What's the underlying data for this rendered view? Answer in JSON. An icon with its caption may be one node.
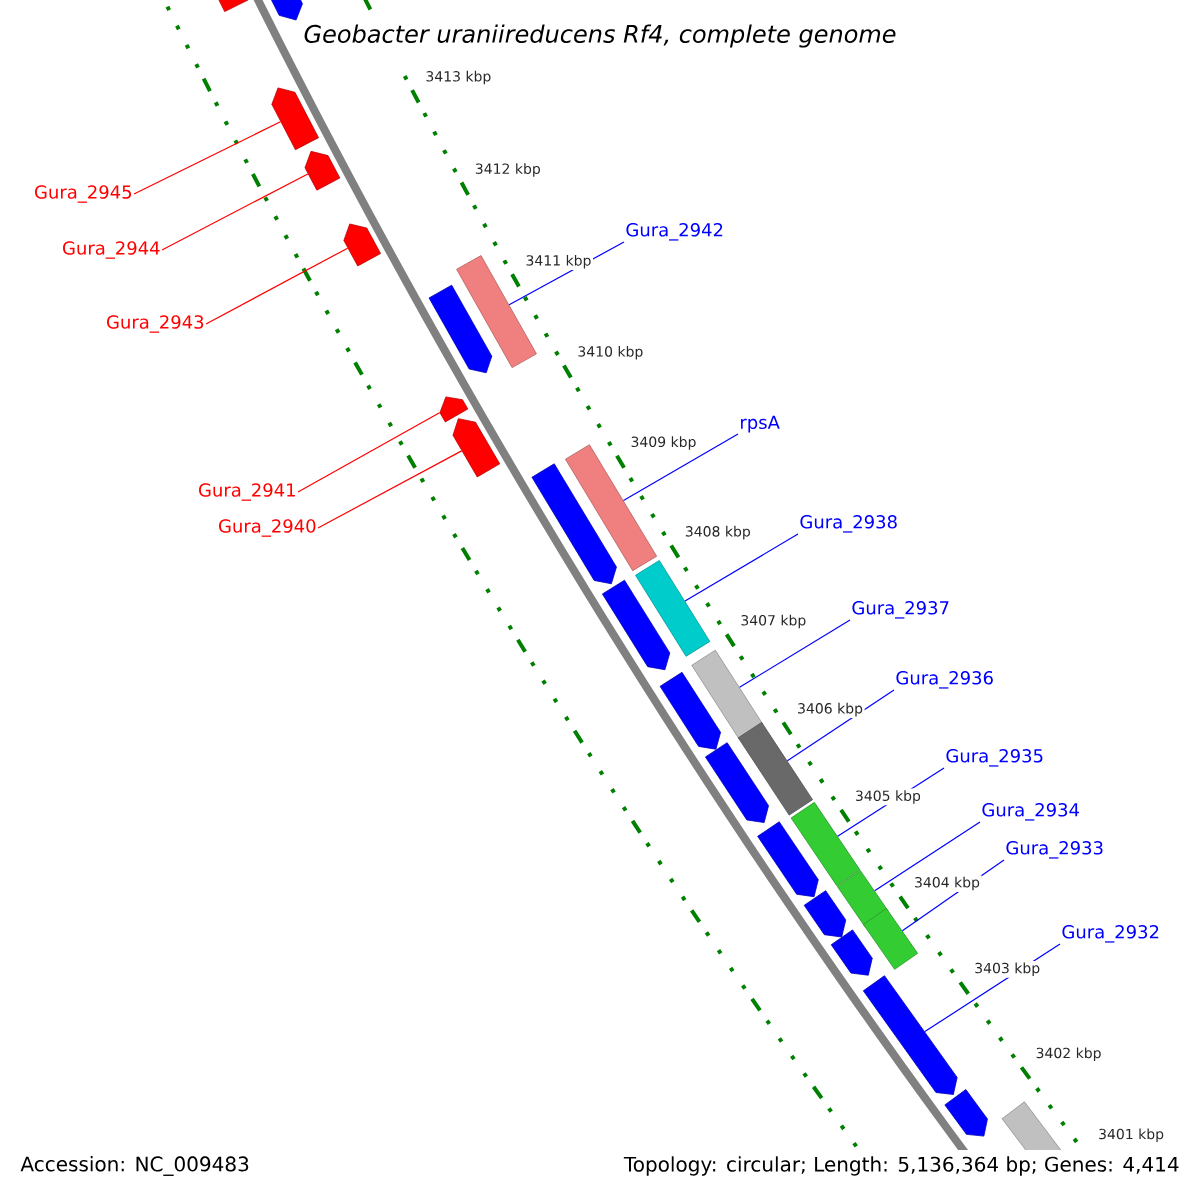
{
  "diagram": {
    "title": "Geobacter uraniireducens Rf4, complete genome",
    "nodes": [
      {
        "text": [
          "Gura_2945"
        ]
      },
      {
        "text": [
          "Gura_2944"
        ]
      },
      {
        "text": [
          "Gura_2943"
        ]
      },
      {
        "text": [
          "Gura_2941"
        ]
      },
      {
        "text": [
          "Gura_2940"
        ]
      },
      {
        "text": [
          "Gura_2942"
        ]
      },
      {
        "text": [
          "rpsA"
        ]
      },
      {
        "text": [
          "Gura_2938"
        ]
      },
      {
        "text": [
          "Gura_2937"
        ]
      },
      {
        "text": [
          "Gura_2936"
        ]
      },
      {
        "text": [
          "Gura_2935"
        ]
      },
      {
        "text": [
          "Gura_2934"
        ]
      },
      {
        "text": [
          "Gura_2933"
        ]
      },
      {
        "text": [
          "Gura_2932"
        ]
      },
      {
        "text": [],
        "shape": "pentagon"
      },
      {
        "text": [],
        "shape": "pentagon"
      },
      {
        "text": [],
        "shape": "pentagon"
      },
      {
        "text": [],
        "shape": "pentagon"
      },
      {
        "text": [],
        "shape": "pentagon"
      },
      {
        "text": [],
        "shape": "pentagon"
      },
      {
        "text": [],
        "shape": "pentagon"
      },
      {
        "text": [],
        "shape": "pentagon"
      },
      {
        "text": [],
        "shape": "pentagon"
      },
      {
        "text": [],
        "shape": "pentagon"
      },
      {
        "text": [],
        "shape": "pentagon"
      },
      {
        "text": [],
        "shape": "pentagon"
      },
      {
        "text": [],
        "shape": "pentagon"
      },
      {
        "text": [],
        "shape": "pentagon"
      },
      {
        "text": [],
        "shape": "pentagon"
      },
      {
        "text": [],
        "shape": "pentagon"
      },
      {
        "text": [],
        "shape": "pentagon"
      },
      {
        "text": [],
        "shape": "box"
      },
      {
        "text": [],
        "shape": "box"
      },
      {
        "text": [],
        "shape": "box"
      },
      {
        "text": [],
        "shape": "box"
      },
      {
        "text": [],
        "shape": "box"
      },
      {
        "text": [],
        "shape": "box"
      },
      {
        "text": [],
        "shape": "box"
      },
      {
        "text": [],
        "shape": "box"
      },
      {
        "text": [],
        "shape": "box"
      }
    ],
    "edges": [
      {
        "from": 0,
        "to": 15,
        "arrow": "none",
        "color": "#ff0000"
      },
      {
        "from": 1,
        "to": 16,
        "arrow": "none",
        "color": "#ff0000"
      },
      {
        "from": 2,
        "to": 17,
        "arrow": "none",
        "color": "#ff0000"
      },
      {
        "from": 3,
        "to": 18,
        "arrow": "none",
        "color": "#ff0000"
      },
      {
        "from": 4,
        "to": 19,
        "arrow": "none",
        "color": "#ff0000"
      },
      {
        "from": 5,
        "to": 31,
        "arrow": "none"
      },
      {
        "from": 6,
        "to": 32,
        "arrow": "none"
      },
      {
        "from": 7,
        "to": 33,
        "arrow": "none"
      },
      {
        "from": 8,
        "to": 34,
        "arrow": "none"
      },
      {
        "from": 9,
        "to": 35,
        "arrow": "none"
      },
      {
        "from": 10,
        "to": 36,
        "arrow": "none"
      },
      {
        "from": 11,
        "to": 37,
        "arrow": "none"
      },
      {
        "from": 12,
        "to": 38,
        "arrow": "none"
      },
      {
        "from": 13,
        "to": 29,
        "arrow": "none"
      }
    ],
    "labels": [
      "3413 kbp",
      "3412 kbp",
      "3411 kbp",
      "3410 kbp",
      "3409 kbp",
      "3408 kbp",
      "3407 kbp",
      "3406 kbp",
      "3405 kbp",
      "3404 kbp",
      "3403 kbp",
      "3402 kbp",
      "3401 kbp",
      "Accession: NC_009483",
      "Topology: circular; Length: 5,136,364 bp; Genes: 4,414"
    ]
  }
}
